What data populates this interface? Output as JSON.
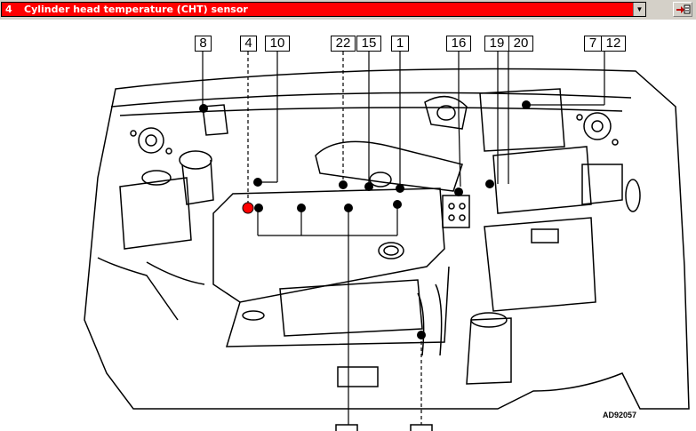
{
  "selector": {
    "number": "4",
    "title": "Cylinder head temperature (CHT) sensor",
    "dropdown_icon": "chevron-down-icon",
    "button_icon": "export-icon"
  },
  "callouts": {
    "c8": "8",
    "c4": "4",
    "c10": "10",
    "c22": "22",
    "c15": "15",
    "c1": "1",
    "c16": "16",
    "c19": "19",
    "c20": "20",
    "c7": "7",
    "c12": "12"
  },
  "diagram": {
    "code": "AD92057",
    "highlight_color": "#ff0000"
  }
}
